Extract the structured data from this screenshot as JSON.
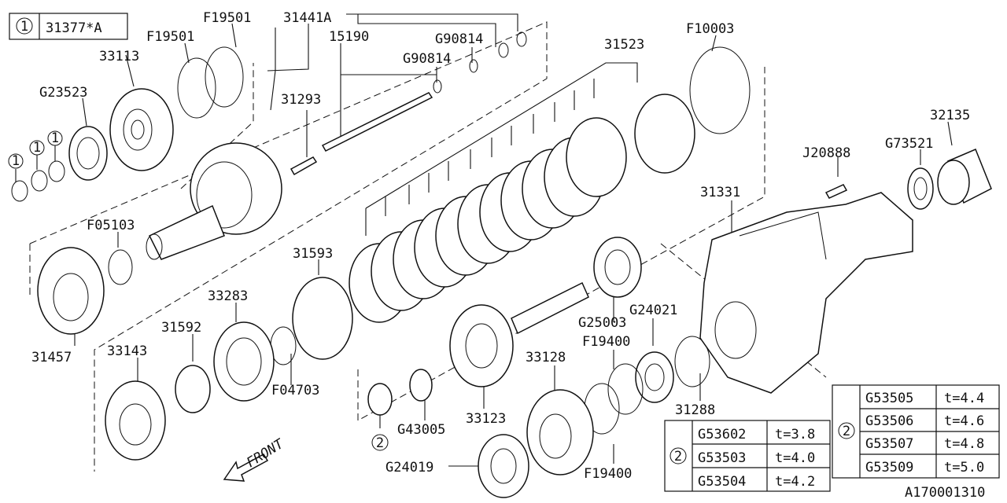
{
  "legend": {
    "marker": "1",
    "code": "31377*A"
  },
  "labels": {
    "p31377": "31377*A",
    "p33113": "33113",
    "pF19501a": "F19501",
    "pF19501b": "F19501",
    "p31441A": "31441A",
    "p15190": "15190",
    "pG90814a": "G90814",
    "pG90814b": "G90814",
    "p31293": "31293",
    "pG23523": "G23523",
    "p31523": "31523",
    "pF10003": "F10003",
    "p32135": "32135",
    "pG73521": "G73521",
    "pJ20888": "J20888",
    "p31331": "31331",
    "pF05103": "F05103",
    "p31457": "31457",
    "p31593": "31593",
    "p33283": "33283",
    "p31592": "31592",
    "p33143": "33143",
    "pF04703": "F04703",
    "pG25003": "G25003",
    "pG24021": "G24021",
    "pF19400a": "F19400",
    "pF19400b": "F19400",
    "p33128": "33128",
    "p33123": "33123",
    "pG43005": "G43005",
    "pG24019": "G24019",
    "p31288": "31288",
    "ref": "A170001310",
    "front": "FRONT"
  },
  "callouts": {
    "one": "1",
    "two": "2"
  },
  "table_small": {
    "marker": "2",
    "rows": [
      {
        "part": "G53602",
        "t": "t=3.8"
      },
      {
        "part": "G53503",
        "t": "t=4.0"
      },
      {
        "part": "G53504",
        "t": "t=4.2"
      }
    ]
  },
  "table_large": {
    "marker": "2",
    "rows": [
      {
        "part": "G53505",
        "t": "t=4.4"
      },
      {
        "part": "G53506",
        "t": "t=4.6"
      },
      {
        "part": "G53507",
        "t": "t=4.8"
      },
      {
        "part": "G53509",
        "t": "t=5.0"
      }
    ]
  }
}
